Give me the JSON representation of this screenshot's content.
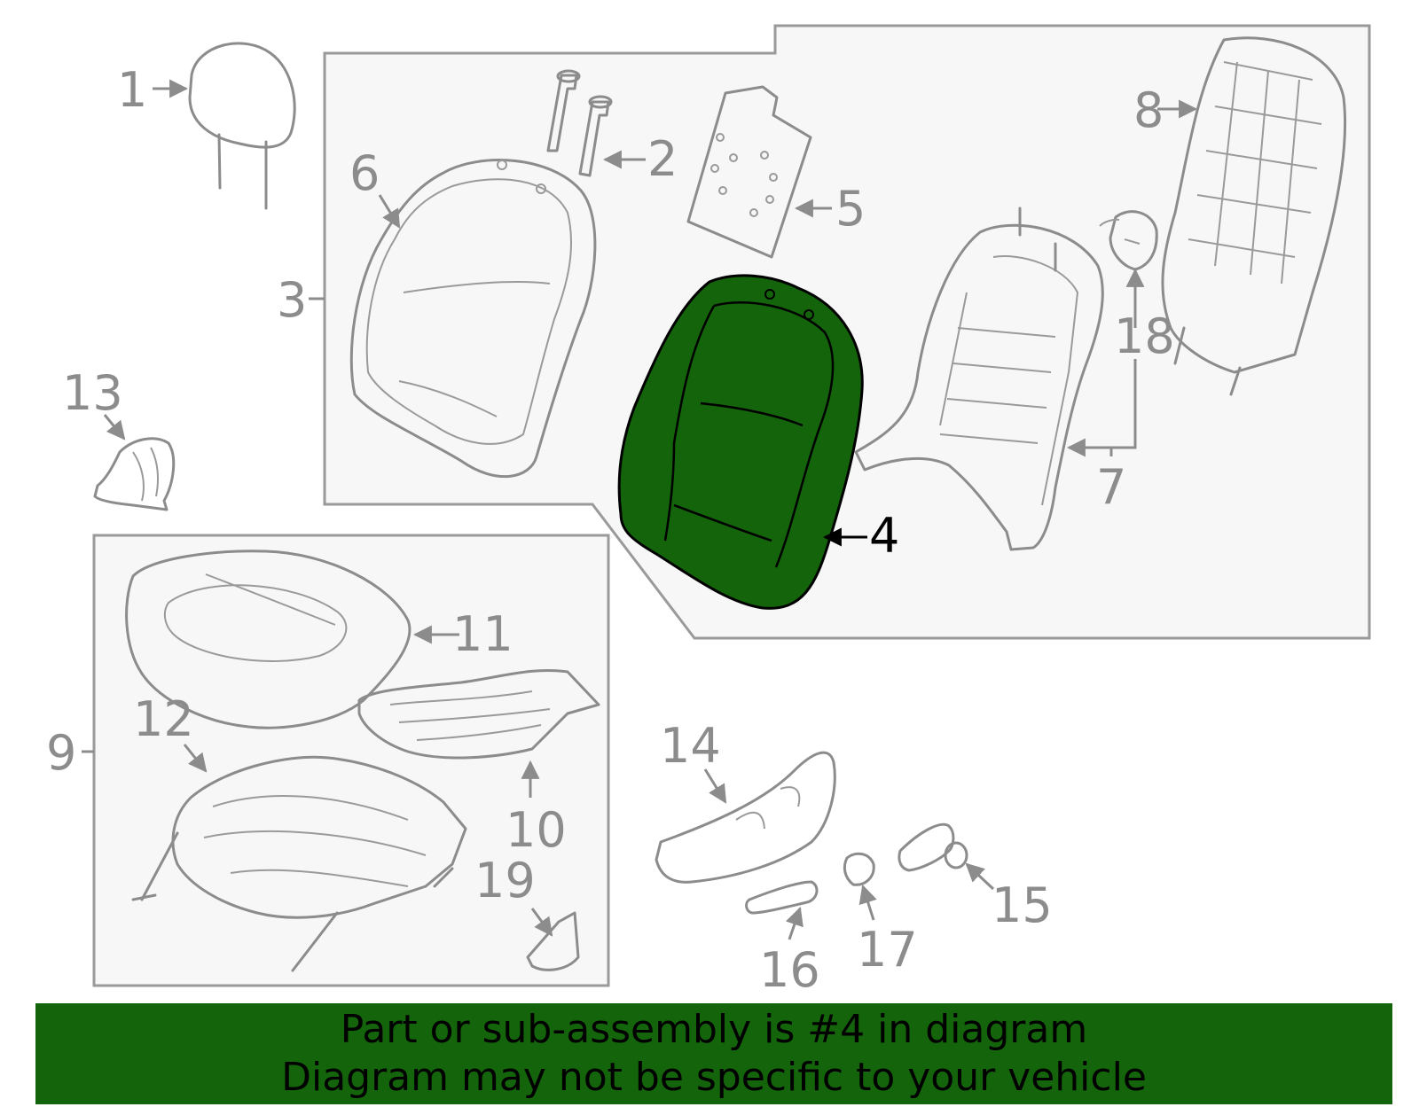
{
  "highlight_color": "#13640a",
  "line_color": "#8c8c8c",
  "callouts": [
    "1",
    "2",
    "3",
    "4",
    "5",
    "6",
    "7",
    "8",
    "9",
    "10",
    "11",
    "12",
    "13",
    "14",
    "15",
    "16",
    "17",
    "18",
    "19"
  ],
  "highlighted_callout": "4",
  "banner": {
    "line1": "Part or sub-assembly is #4 in diagram",
    "line2": "Diagram may not be specific to your vehicle"
  }
}
